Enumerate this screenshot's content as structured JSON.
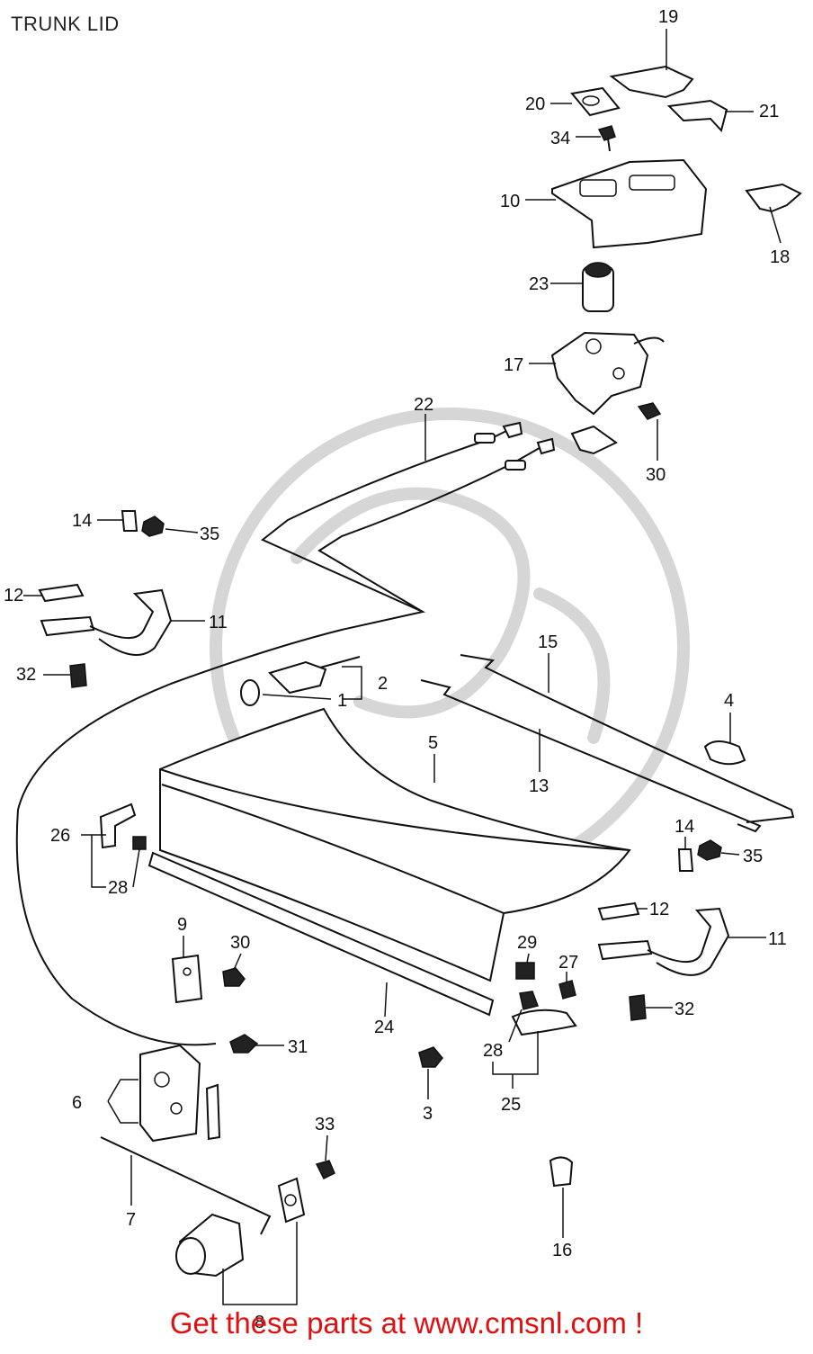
{
  "title": "TRUNK LID",
  "footer": "Get these parts at www.cmsnl.com !",
  "callouts": {
    "c1": "1",
    "c2": "2",
    "c3": "3",
    "c4": "4",
    "c5": "5",
    "c6": "6",
    "c7": "7",
    "c8": "8",
    "c9": "9",
    "c10": "10",
    "c11a": "11",
    "c11b": "11",
    "c12a": "12",
    "c12b": "12",
    "c13": "13",
    "c14a": "14",
    "c14b": "14",
    "c15": "15",
    "c16": "16",
    "c17": "17",
    "c18": "18",
    "c19": "19",
    "c20": "20",
    "c21": "21",
    "c22": "22",
    "c23": "23",
    "c24": "24",
    "c25": "25",
    "c26": "26",
    "c27": "27",
    "c28a": "28",
    "c28b": "28",
    "c29": "29",
    "c30a": "30",
    "c30b": "30",
    "c31": "31",
    "c32a": "32",
    "c32b": "32",
    "c33": "33",
    "c34": "34",
    "c35a": "35",
    "c35b": "35"
  },
  "colors": {
    "footer": "#e01010",
    "ink": "#111111",
    "watermark": "#d6d6d6"
  }
}
